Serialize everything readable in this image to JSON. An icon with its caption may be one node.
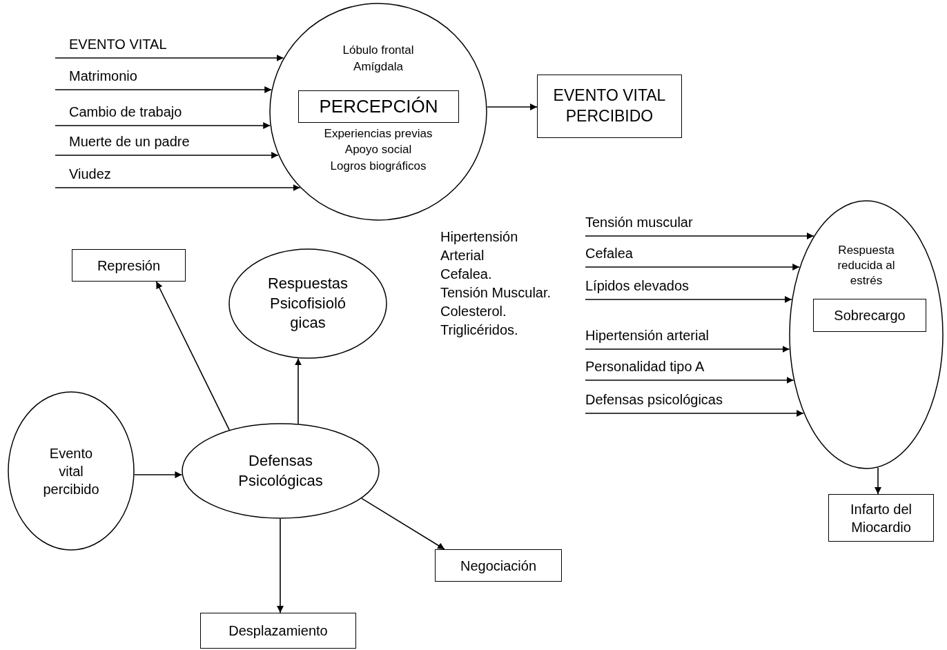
{
  "diagram": {
    "nodes": [
      {
        "text": [
          "Lóbulo frontal",
          "Amígdala",
          "Experiencias previas",
          "Apoyo social",
          "Logros biográficos"
        ]
      },
      {
        "text": [
          "PERCEPCIÓN"
        ],
        "in": 0
      },
      {
        "text": [
          "EVENTO VITAL PERCIBIDO"
        ]
      },
      {
        "text": [
          "Respuesta reducida al estrés"
        ]
      },
      {
        "text": [
          "Sobrecargo"
        ],
        "in": 3
      },
      {
        "text": [
          "Infarto del Miocardio"
        ]
      },
      {
        "text": [
          "Represión"
        ]
      },
      {
        "text": [
          "Respuestas Psicofisioló gicas"
        ]
      },
      {
        "text": [
          "Evento vital percibido"
        ]
      },
      {
        "text": [
          "Defensas Psicológicas"
        ]
      },
      {
        "text": [
          "Negociación"
        ]
      },
      {
        "text": [
          "Desplazamiento"
        ]
      }
    ],
    "edges": [
      {
        "from": null,
        "to": 0,
        "arrow": "to",
        "label": "EVENTO VITAL"
      },
      {
        "from": null,
        "to": 0,
        "arrow": "to",
        "label": "Matrimonio"
      },
      {
        "from": null,
        "to": 0,
        "arrow": "to",
        "label": "Cambio de trabajo"
      },
      {
        "from": null,
        "to": 0,
        "arrow": "to",
        "label": "Muerte de un padre"
      },
      {
        "from": null,
        "to": 0,
        "arrow": "to",
        "label": "Viudez"
      },
      {
        "from": 0,
        "to": 2,
        "arrow": "to"
      },
      {
        "from": null,
        "to": 3,
        "arrow": "to",
        "label": "Tensión muscular"
      },
      {
        "from": null,
        "to": 3,
        "arrow": "to",
        "label": "Cefalea"
      },
      {
        "from": null,
        "to": 3,
        "arrow": "to",
        "label": "Lípidos elevados"
      },
      {
        "from": null,
        "to": 3,
        "arrow": "to",
        "label": "Hipertensión arterial"
      },
      {
        "from": null,
        "to": 3,
        "arrow": "to",
        "label": "Personalidad tipo A"
      },
      {
        "from": null,
        "to": 3,
        "arrow": "to",
        "label": "Defensas psicológicas"
      },
      {
        "from": 3,
        "to": 5,
        "arrow": "to"
      },
      {
        "from": 8,
        "to": 9,
        "arrow": "to"
      },
      {
        "from": 9,
        "to": 6,
        "arrow": "to"
      },
      {
        "from": 9,
        "to": 7,
        "arrow": "to"
      },
      {
        "from": 9,
        "to": 10,
        "arrow": "to"
      },
      {
        "from": 9,
        "to": 11,
        "arrow": "to"
      }
    ],
    "labels": [
      "Hipertensión Arterial",
      "Cefalea.",
      "Tensión Muscular.",
      "Colesterol.",
      "Triglicéridos."
    ]
  }
}
